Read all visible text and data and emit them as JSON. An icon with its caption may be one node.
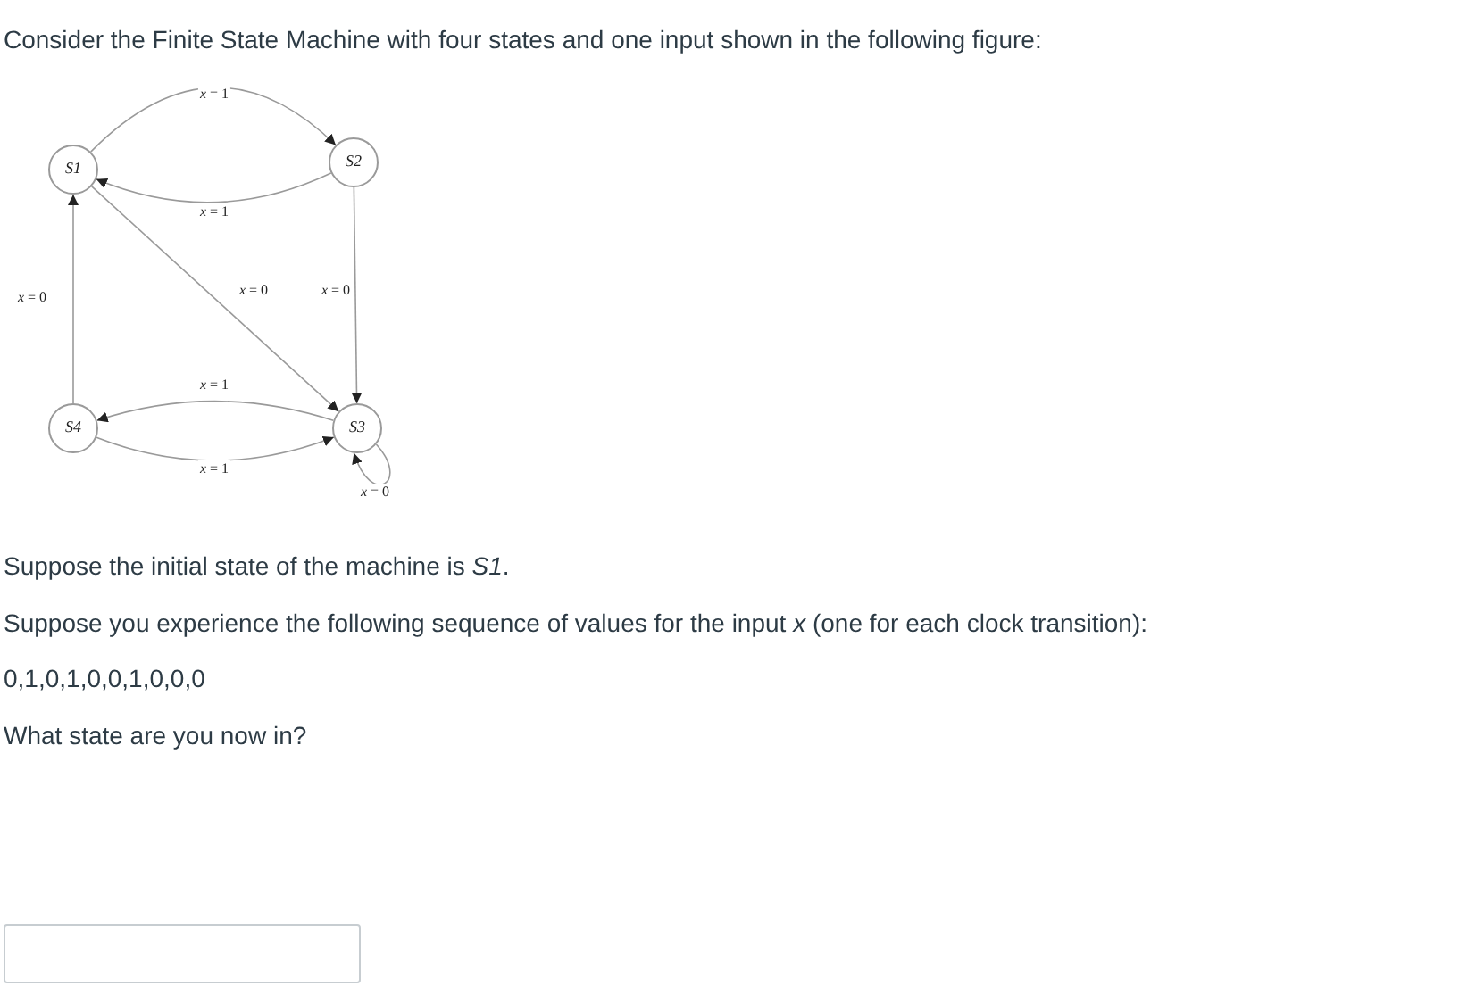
{
  "diagram": {
    "title": "Consider the Finite State Machine with four states and one input shown in the following figure:",
    "nodes": [
      {
        "text": [
          "S1"
        ]
      },
      {
        "text": [
          "S2"
        ]
      },
      {
        "text": [
          "S3"
        ]
      },
      {
        "text": [
          "S4"
        ]
      }
    ],
    "edges": [
      {
        "from": 0,
        "to": 1,
        "arrow": "to",
        "label": "*x* = 1"
      },
      {
        "from": 1,
        "to": 0,
        "arrow": "to",
        "label": "*x* = 1"
      },
      {
        "from": 0,
        "to": 2,
        "arrow": "to",
        "label": "*x* = 0"
      },
      {
        "from": 1,
        "to": 2,
        "arrow": "to",
        "label": "*x* = 0"
      },
      {
        "from": 3,
        "to": 0,
        "arrow": "to",
        "label": "*x* = 0"
      },
      {
        "from": 2,
        "to": 3,
        "arrow": "to",
        "label": "*x* = 1"
      },
      {
        "from": 3,
        "to": 2,
        "arrow": "to",
        "label": "*x* = 1"
      },
      {
        "from": 2,
        "to": 2,
        "arrow": "to",
        "label": "*x* = 0"
      }
    ],
    "labels": [
      "Suppose the initial state of the machine is *S1*.",
      "Suppose you experience the following sequence of values for the input *x* (one for each clock transition):",
      "0,1,0,1,0,0,1,0,0,0",
      "What state are you now in?"
    ]
  }
}
